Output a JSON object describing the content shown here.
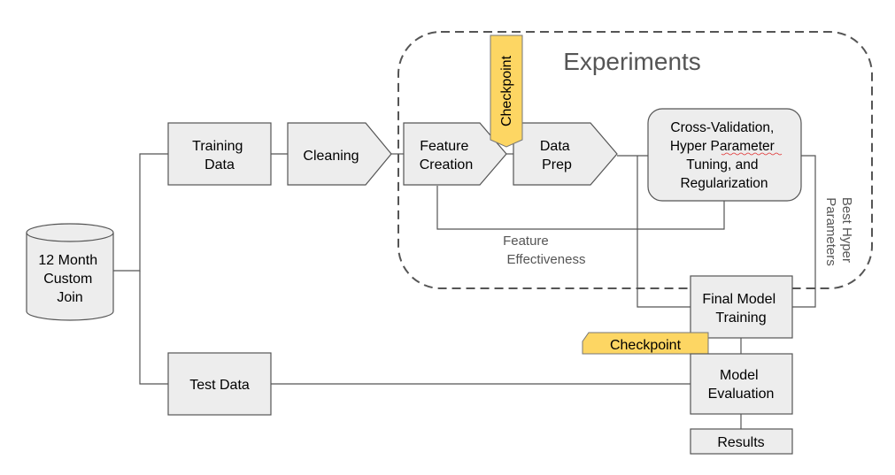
{
  "nodes": {
    "database": [
      "12 Month",
      "Custom",
      "Join"
    ],
    "training_data": [
      "Training",
      "Data"
    ],
    "cleaning": "Cleaning",
    "feature_creation": [
      "Feature",
      "Creation"
    ],
    "data_prep": [
      "Data",
      "Prep"
    ],
    "cross_validation": [
      "Cross-Validation,",
      "Hyper Parameter",
      "Tuning, and",
      "Regularization"
    ],
    "final_model_training": [
      "Final Model",
      "Training"
    ],
    "test_data": "Test Data",
    "model_evaluation": [
      "Model",
      "Evaluation"
    ],
    "results": "Results"
  },
  "experiments_group": {
    "title": "Experiments"
  },
  "checkpoints": {
    "vertical": "Checkpoint",
    "horizontal": "Checkpoint"
  },
  "edge_labels": {
    "feature_effectiveness": [
      "Feature",
      "Effectiveness"
    ],
    "best_hyper_parameters": [
      "Best Hyper",
      "Parameters"
    ]
  },
  "colors": {
    "node_fill": "#ededed",
    "node_stroke": "#555555",
    "checkpoint_fill": "#fdd663",
    "secondary_text": "#555555"
  }
}
